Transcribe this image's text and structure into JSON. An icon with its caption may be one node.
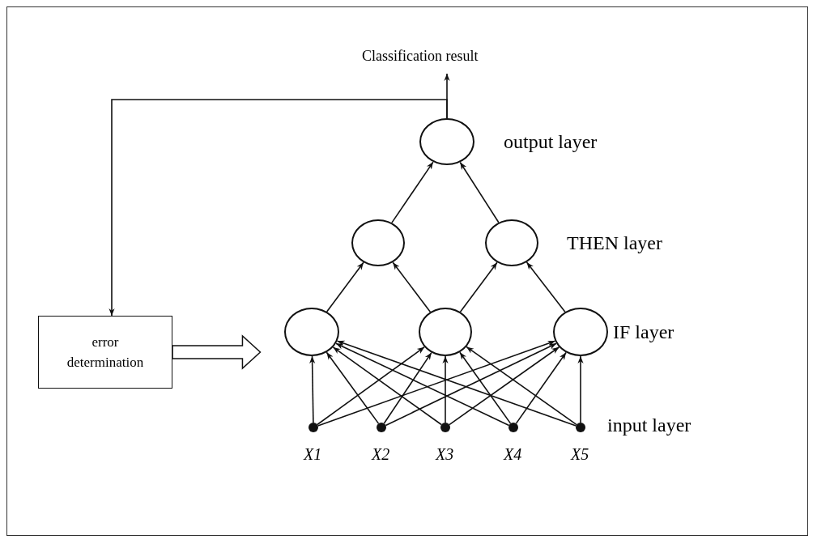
{
  "diagram": {
    "nodes": [
      {
        "text": [
          "Classification result"
        ]
      },
      {
        "text": [],
        "shape": "circle"
      },
      {
        "text": [],
        "shape": "circle"
      },
      {
        "text": [],
        "shape": "circle"
      },
      {
        "text": [],
        "shape": "circle"
      },
      {
        "text": [],
        "shape": "circle"
      },
      {
        "text": [],
        "shape": "circle"
      },
      {
        "text": [],
        "shape": "dot",
        "beside": [
          "X1"
        ]
      },
      {
        "text": [],
        "shape": "dot",
        "beside": [
          "X2"
        ]
      },
      {
        "text": [],
        "shape": "dot",
        "beside": [
          "X3"
        ]
      },
      {
        "text": [],
        "shape": "dot",
        "beside": [
          "X4"
        ]
      },
      {
        "text": [],
        "shape": "dot",
        "beside": [
          "X5"
        ]
      },
      {
        "text": [
          "error determination"
        ]
      }
    ],
    "edges": [
      {
        "from": 7,
        "to": 4,
        "arrow": "to"
      },
      {
        "from": 7,
        "to": 5,
        "arrow": "to"
      },
      {
        "from": 7,
        "to": 6,
        "arrow": "to"
      },
      {
        "from": 8,
        "to": 4,
        "arrow": "to"
      },
      {
        "from": 8,
        "to": 5,
        "arrow": "to"
      },
      {
        "from": 8,
        "to": 6,
        "arrow": "to"
      },
      {
        "from": 9,
        "to": 4,
        "arrow": "to"
      },
      {
        "from": 9,
        "to": 5,
        "arrow": "to"
      },
      {
        "from": 9,
        "to": 6,
        "arrow": "to"
      },
      {
        "from": 10,
        "to": 4,
        "arrow": "to"
      },
      {
        "from": 10,
        "to": 5,
        "arrow": "to"
      },
      {
        "from": 10,
        "to": 6,
        "arrow": "to"
      },
      {
        "from": 11,
        "to": 4,
        "arrow": "to"
      },
      {
        "from": 11,
        "to": 5,
        "arrow": "to"
      },
      {
        "from": 11,
        "to": 6,
        "arrow": "to"
      },
      {
        "from": 4,
        "to": 2,
        "arrow": "to"
      },
      {
        "from": 5,
        "to": 2,
        "arrow": "to"
      },
      {
        "from": 5,
        "to": 3,
        "arrow": "to"
      },
      {
        "from": 6,
        "to": 3,
        "arrow": "to"
      },
      {
        "from": 2,
        "to": 1,
        "arrow": "to"
      },
      {
        "from": 3,
        "to": 1,
        "arrow": "to"
      },
      {
        "from": 1,
        "to": 0,
        "arrow": "to"
      },
      {
        "from": 1,
        "to": 12,
        "arrow": "to"
      },
      {
        "from": 12,
        "to": 4,
        "arrow": "to",
        "style": "thick"
      }
    ],
    "labels": [
      "output layer",
      "THEN layer",
      "IF layer",
      "input layer"
    ]
  }
}
